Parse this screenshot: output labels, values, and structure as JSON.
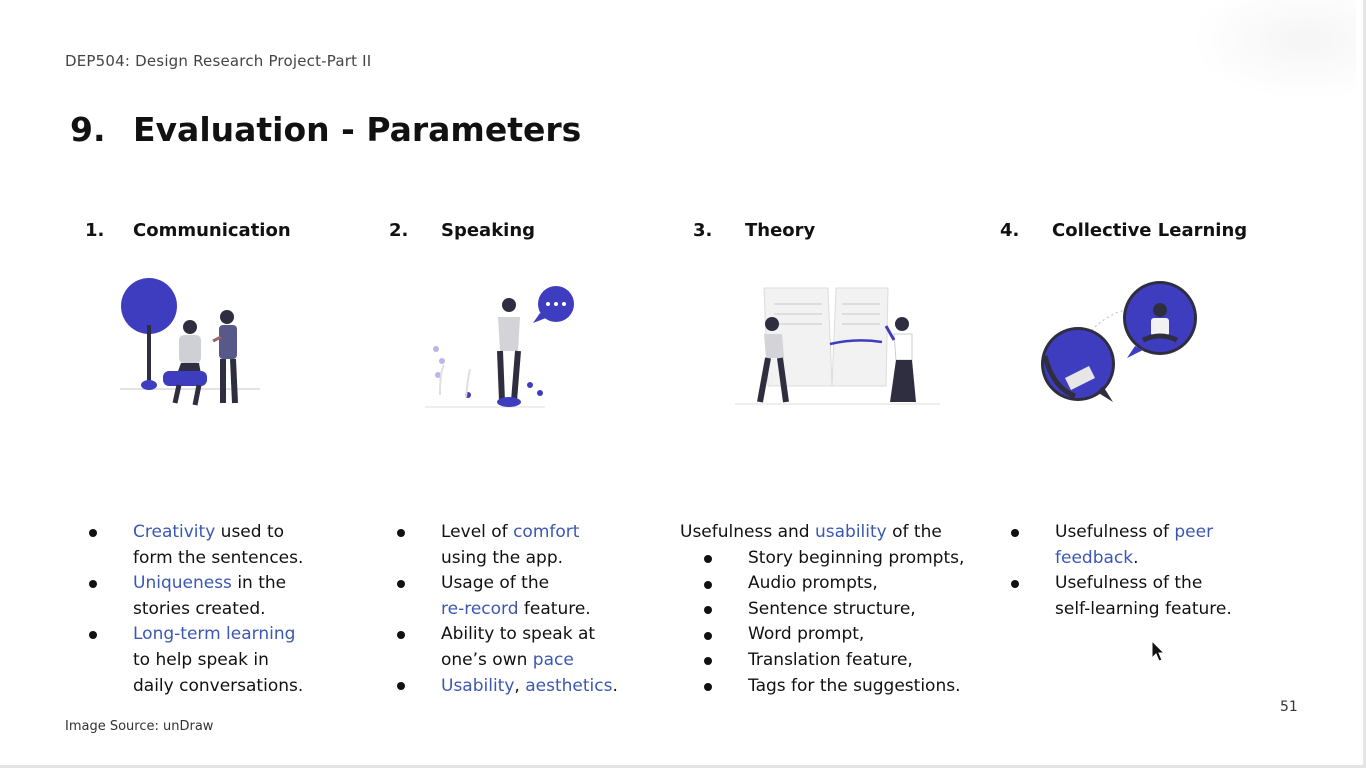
{
  "header": {
    "course": "DEP504: Design Research Project-Part II"
  },
  "title": {
    "number": "9.",
    "text": "Evaluation - Parameters"
  },
  "columns": [
    {
      "number": "1.",
      "heading": "Communication",
      "illustration_icon": "people-talking-tree-illustration"
    },
    {
      "number": "2.",
      "heading": "Speaking",
      "illustration_icon": "woman-speech-bubble-illustration"
    },
    {
      "number": "3.",
      "heading": "Theory",
      "illustration_icon": "open-book-two-women-illustration"
    },
    {
      "number": "4.",
      "heading": "Collective Learning",
      "illustration_icon": "chat-bubbles-people-illustration"
    }
  ],
  "col1": {
    "b1": {
      "hl": "Creativity",
      "rest1": " used to",
      "line2": "form the sentences."
    },
    "b2": {
      "hl": "Uniqueness",
      "rest1": " in the",
      "line2": "stories created."
    },
    "b3": {
      "hl": "Long-term learning",
      "line2": "to help speak in",
      "line3": "daily conversations."
    }
  },
  "col2": {
    "b1": {
      "pre": "Level of ",
      "hl": "comfort",
      "line2": "using the app."
    },
    "b2": {
      "line1": "Usage of the",
      "hl": "re-record",
      "rest2": " feature."
    },
    "b3": {
      "line1": "Ability to speak at",
      "pre2": "one’s own ",
      "hl": "pace"
    },
    "b4": {
      "hl1": "Usability",
      "sep": ", ",
      "hl2": "aesthetics",
      "end": "."
    }
  },
  "col3": {
    "intro": {
      "pre": "Usefulness and ",
      "hl": "usability",
      "post": " of the"
    },
    "items": [
      "Story beginning prompts,",
      "Audio prompts,",
      "Sentence structure,",
      "Word prompt,",
      "Translation feature,",
      "Tags for the suggestions."
    ]
  },
  "col4": {
    "b1": {
      "pre": "Usefulness of ",
      "hl": "peer",
      "hl2": "feedback",
      "end": "."
    },
    "b2": {
      "line1": "Usefulness of the",
      "line2": "self-learning feature."
    }
  },
  "footer": {
    "source": "Image Source: unDraw",
    "page_number": "51"
  },
  "colors": {
    "accent": "#3b57b3",
    "text": "#111111",
    "illustration_blue": "#3f3dbf"
  }
}
